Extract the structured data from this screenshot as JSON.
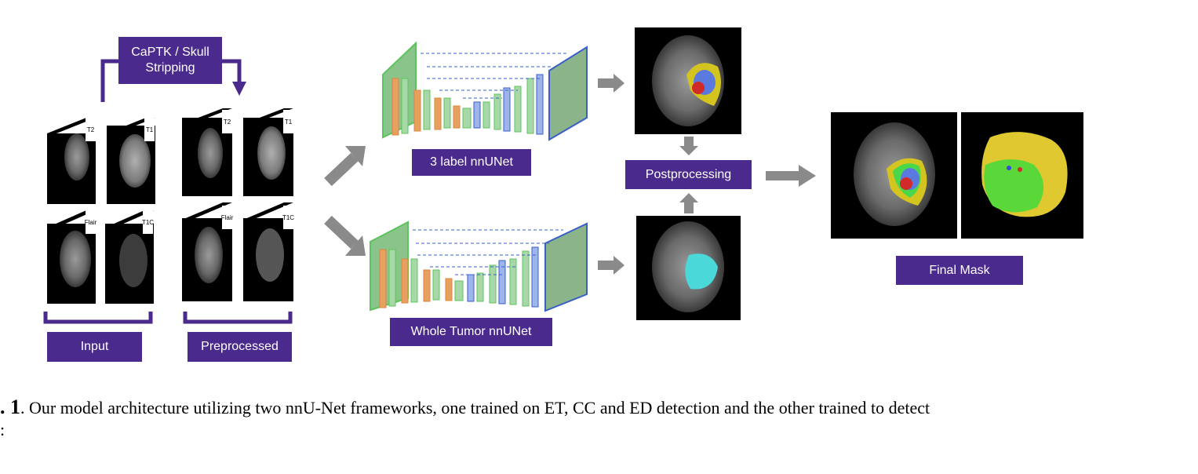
{
  "labels": {
    "skull": "CaPTK / Skull\nStripping",
    "input": "Input",
    "preprocessed": "Preprocessed",
    "net3": "3 label nnUNet",
    "netwt": "Whole Tumor nnUNet",
    "post": "Postprocessing",
    "final": "Final Mask"
  },
  "modalities": {
    "t2": "T2",
    "t1": "T1",
    "flair": "Flair",
    "t1c": "T1C"
  },
  "caption": {
    "figure_number": ". 1",
    "text": ". Our model architecture utilizing two nnU-Net frameworks, one trained on ET, CC and ED detection and the other trained to detect",
    "text_line2": ":"
  },
  "colors": {
    "label_bg": "#4a2a8c",
    "arrow_gray": "#8a8a8a",
    "green": "#5cc45c",
    "orange": "#d9893a",
    "blue": "#3a5fc9"
  }
}
